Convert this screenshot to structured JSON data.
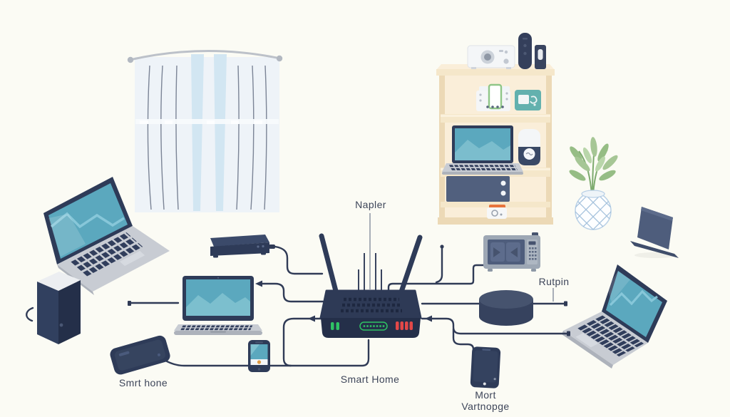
{
  "scene": {
    "caption": "Smart Home",
    "labels": {
      "router": "Napler",
      "hub": "Rutpin",
      "phone_left": "Smrt hone",
      "tablet_right_line1": "Mort",
      "tablet_right_line2": "Vartnopge"
    },
    "nodes": [
      {
        "id": "wifi-router",
        "label": "Napler"
      },
      {
        "id": "laptop-top-left"
      },
      {
        "id": "tower-speaker"
      },
      {
        "id": "set-top-box"
      },
      {
        "id": "laptop-center"
      },
      {
        "id": "smartphone-flat",
        "label": "Smrt hone"
      },
      {
        "id": "smartphone-small"
      },
      {
        "id": "microwave"
      },
      {
        "id": "smart-hub-puck",
        "label": "Rutpin"
      },
      {
        "id": "tablet-bottom-right",
        "label": "Mort Vartnopge"
      },
      {
        "id": "laptop-bottom-right"
      },
      {
        "id": "shelf-unit"
      },
      {
        "id": "window-curtains"
      },
      {
        "id": "potted-plant"
      },
      {
        "id": "tablet-on-stand"
      }
    ],
    "edges": [
      [
        "wifi-router",
        "laptop-center"
      ],
      [
        "wifi-router",
        "set-top-box"
      ],
      [
        "wifi-router",
        "smartphone-flat"
      ],
      [
        "wifi-router",
        "smartphone-small"
      ],
      [
        "wifi-router",
        "microwave"
      ],
      [
        "wifi-router",
        "smart-hub-puck"
      ],
      [
        "wifi-router",
        "tablet-bottom-right"
      ],
      [
        "wifi-router",
        "laptop-bottom-right"
      ]
    ]
  },
  "colors": {
    "background": "#fbfbf4",
    "navy": "#2e3b58",
    "navy_deep": "#242f49",
    "slate": "#4e5d7c",
    "teal": "#5ba8be",
    "teal_light": "#85c4d2",
    "silver": "#c8ccd3",
    "silver_dark": "#adb2bb",
    "wood": "#f5e7ca",
    "wood_light": "#faeed9",
    "wood_edge": "#ecd9b6",
    "curtain": "#eef3f8",
    "window_blue": "#d2e6f2",
    "green": "#2fc364",
    "red": "#e34848",
    "plant": "#96bd85",
    "plant_dark": "#7daa6e",
    "pot": "#8fb3d4",
    "orange": "#e8743c",
    "wire": "#303b56",
    "label": "#3d4559",
    "white": "#f4f6f8"
  }
}
